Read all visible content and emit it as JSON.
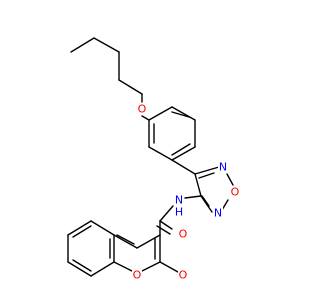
{
  "molecule": {
    "atom_labels": [
      {
        "id": "O_ether",
        "text": "O",
        "color": "#ff0000"
      },
      {
        "id": "N_ring_1",
        "text": "N",
        "color": "#0000ff"
      },
      {
        "id": "O_ring",
        "text": "O",
        "color": "#ff0000"
      },
      {
        "id": "N_ring_2",
        "text": "N",
        "color": "#0000ff"
      },
      {
        "id": "NH",
        "text": "N",
        "color": "#0000ff"
      },
      {
        "id": "H_of_NH",
        "text": "H",
        "color": "#0000ff"
      },
      {
        "id": "O_amide",
        "text": "O",
        "color": "#ff0000"
      },
      {
        "id": "O_lactone_ring",
        "text": "O",
        "color": "#ff0000"
      },
      {
        "id": "O_carbonyl",
        "text": "O",
        "color": "#ff0000"
      }
    ],
    "colors": {
      "bond": "#000000",
      "oxygen": "#ff0000",
      "nitrogen": "#0000ff",
      "background": "#ffffff"
    }
  }
}
